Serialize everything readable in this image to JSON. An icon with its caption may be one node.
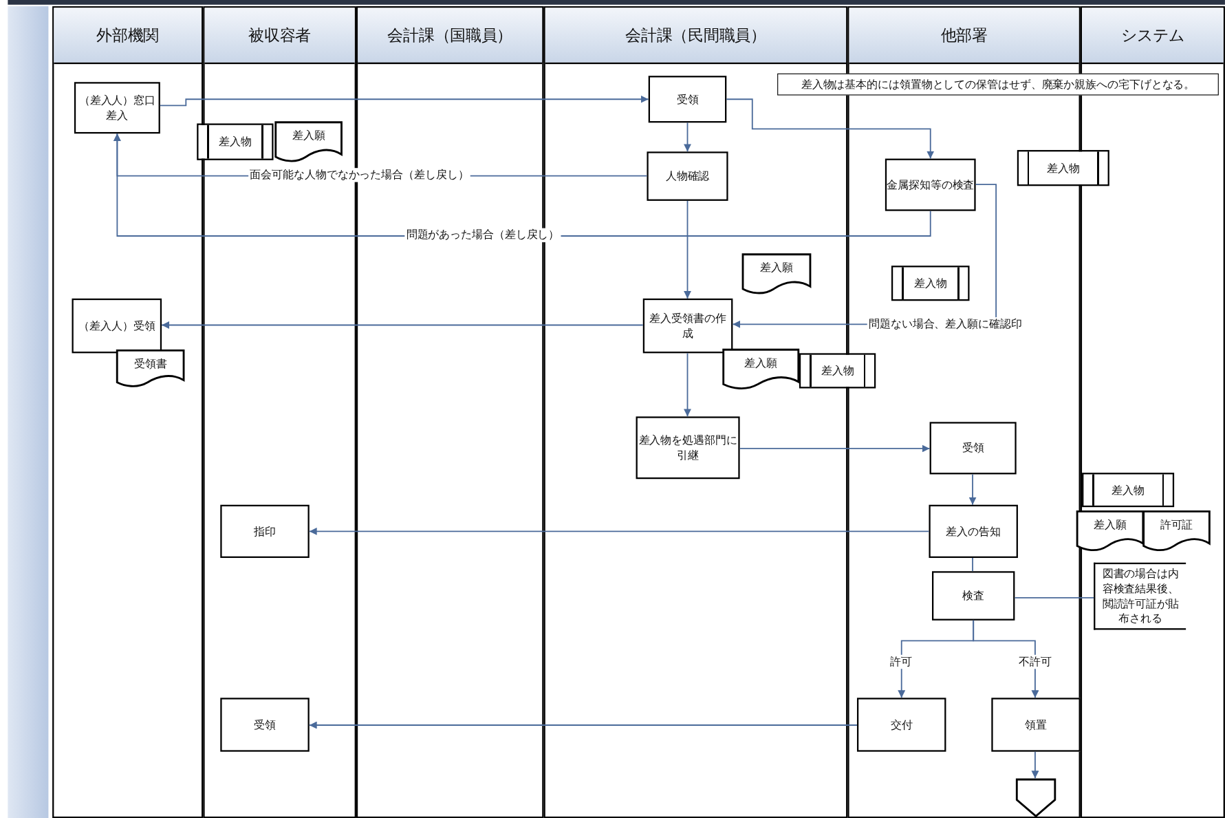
{
  "diagram": {
    "nodes": [
      {
        "text": [
          "外部機関"
        ]
      },
      {
        "text": [
          "被収容者"
        ]
      },
      {
        "text": [
          "会計課（国職員）"
        ]
      },
      {
        "text": [
          "会計課（民間職員）"
        ]
      },
      {
        "text": [
          "他部署"
        ]
      },
      {
        "text": [
          "システム"
        ]
      },
      {
        "text": [
          "（差入人）窓口差入"
        ],
        "in": 0
      },
      {
        "text": [
          "差入物"
        ],
        "in": 1
      },
      {
        "text": [
          "差入願"
        ],
        "in": 1
      },
      {
        "text": [
          "受領"
        ],
        "in": 3
      },
      {
        "text": [
          "差入物は基本的には領置物としての保管はせず、廃棄か親族への宅下げとなる。"
        ]
      },
      {
        "text": [
          "人物確認"
        ],
        "in": 3
      },
      {
        "text": [
          "金属探知等の検査"
        ],
        "in": 4
      },
      {
        "text": [
          "差入物"
        ]
      },
      {
        "text": [
          "差入願"
        ],
        "in": 3
      },
      {
        "text": [
          "差入物"
        ],
        "in": 4
      },
      {
        "text": [
          "（差入人）受領"
        ],
        "in": 0
      },
      {
        "text": [
          "受領書"
        ],
        "in": 0
      },
      {
        "text": [
          "差入受領書の作成"
        ],
        "in": 3
      },
      {
        "text": [
          "差入願"
        ],
        "in": 3
      },
      {
        "text": [
          "差入物"
        ]
      },
      {
        "text": [
          "差入物を処遇部門に引継"
        ],
        "in": 3
      },
      {
        "text": [
          "受領"
        ],
        "in": 4
      },
      {
        "text": [
          "差入物"
        ],
        "in": 5
      },
      {
        "text": [
          "差入願"
        ],
        "in": 5
      },
      {
        "text": [
          "許可証"
        ],
        "in": 5
      },
      {
        "text": [
          "指印"
        ],
        "in": 1
      },
      {
        "text": [
          "差入の告知"
        ],
        "in": 4
      },
      {
        "text": [
          "検査"
        ],
        "in": 4
      },
      {
        "text": [
          "図書の場合は内容検査結果後、閲読許可証が貼布される"
        ],
        "in": 5
      },
      {
        "text": [
          "受領"
        ],
        "in": 1
      },
      {
        "text": [
          "交付"
        ],
        "in": 4
      },
      {
        "text": [
          "領置"
        ],
        "in": 4
      },
      {
        "text": [],
        "shape": "pentagon",
        "in": 4
      },
      {
        "text": [],
        "shape": "bar"
      }
    ],
    "edges": [
      {
        "from": 6,
        "to": 9,
        "arrow": "to"
      },
      {
        "from": 9,
        "to": 11,
        "arrow": "to"
      },
      {
        "from": 9,
        "to": 12,
        "arrow": "to"
      },
      {
        "from": 11,
        "to": 6,
        "arrow": "to",
        "label": "面会可能な人物でなかった場合（差し戻し）"
      },
      {
        "from": 12,
        "to": 6,
        "arrow": "to",
        "label": "問題があった場合（差し戻し）"
      },
      {
        "from": 11,
        "to": 18,
        "arrow": "to"
      },
      {
        "from": 12,
        "to": 18,
        "arrow": "to",
        "label": "問題ない場合、差入願に確認印"
      },
      {
        "from": 18,
        "to": 16,
        "arrow": "to"
      },
      {
        "from": 18,
        "to": 21,
        "arrow": "to"
      },
      {
        "from": 21,
        "to": 22,
        "arrow": "to"
      },
      {
        "from": 22,
        "to": 27,
        "arrow": "to"
      },
      {
        "from": 27,
        "to": 26,
        "arrow": "to"
      },
      {
        "from": 27,
        "to": 28,
        "arrow": "none"
      },
      {
        "from": 28,
        "to": 31,
        "arrow": "to",
        "label": "許可"
      },
      {
        "from": 28,
        "to": 32,
        "arrow": "to",
        "label": "不許可"
      },
      {
        "from": 31,
        "to": 30,
        "arrow": "to"
      },
      {
        "from": 32,
        "to": 33,
        "arrow": "to"
      },
      {
        "from": 28,
        "to": 29,
        "arrow": "none"
      }
    ]
  }
}
